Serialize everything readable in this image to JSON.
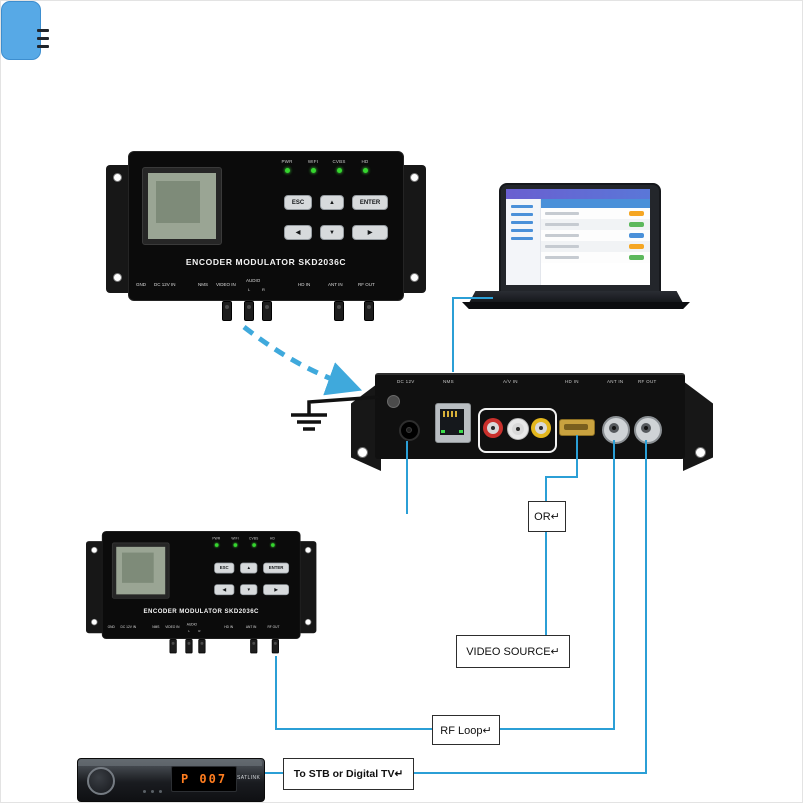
{
  "front_panel": {
    "model": "ENCODER MODULATOR SKD2036C",
    "leds": [
      "PWR",
      "WIFI",
      "CVBS",
      "HD"
    ],
    "buttons": {
      "esc": "ESC",
      "up": "▲",
      "enter": "ENTER",
      "left": "◀",
      "down": "▼",
      "right": "▶"
    },
    "ports": {
      "gnd": "GND",
      "dc": "DC 12V IN",
      "nms": "NMS",
      "video": "VIDEO IN",
      "audio": "AUDIO",
      "audio_l": "L",
      "audio_r": "R",
      "hd": "HD IN",
      "ant": "ANT IN",
      "rf": "RF OUT"
    }
  },
  "rear_panel": {
    "ports": {
      "dc": "DC 12V",
      "nms": "NMS",
      "av": "A/V IN",
      "hd": "HD IN",
      "ant": "ANT IN",
      "rf": "RF OUT"
    }
  },
  "callouts": {
    "or": "OR↵",
    "video_source": "VIDEO SOURCE↵",
    "rf_loop": "RF Loop↵",
    "to_stb": "To STB or Digital TV↵"
  },
  "stb": {
    "display": "P 007",
    "brand": "SATLINK"
  },
  "colors": {
    "line_blue": "#2b9fd6",
    "arrow_blue": "#3fa9dc",
    "led_green": "#35d62e",
    "ground_black": "#111111"
  }
}
